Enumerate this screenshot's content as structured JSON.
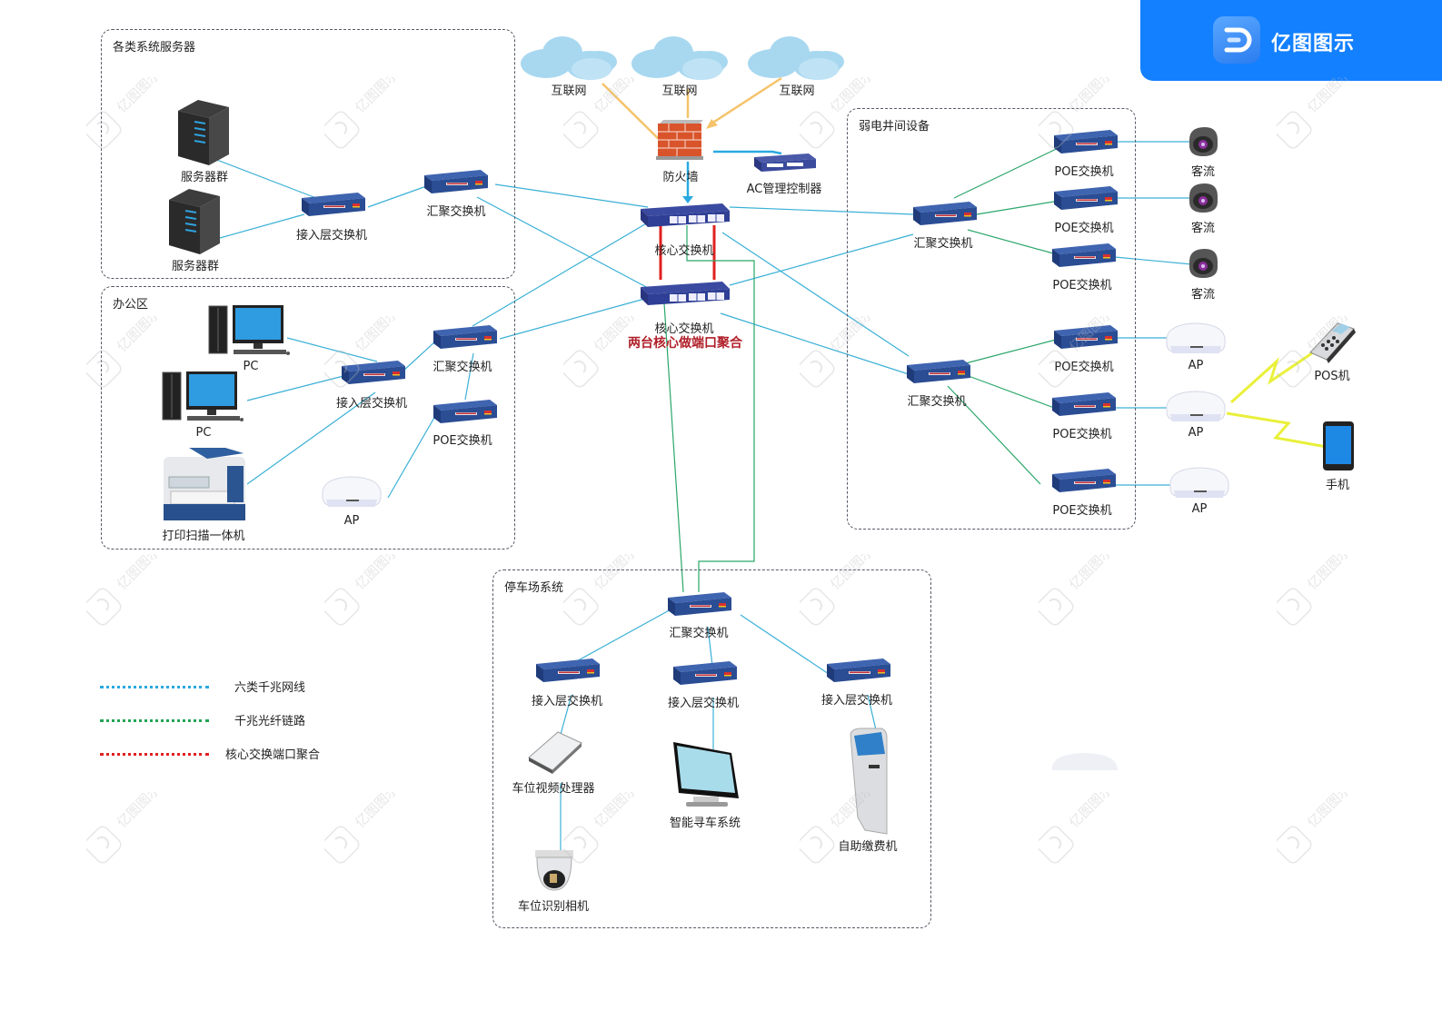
{
  "brand": {
    "name": "亿图图示",
    "icon": "edraw-logo-icon",
    "color": "#1380ff"
  },
  "zones": {
    "servers": "各类系统服务器",
    "office": "办公区",
    "weak_current": "弱电井间设备",
    "parking": "停车场系统"
  },
  "internet": {
    "label": "互联网",
    "count": 3
  },
  "firewall": {
    "label": "防火墙"
  },
  "ac_controller": {
    "label": "AC管理控制器"
  },
  "core": {
    "switch_label": "核心交换机",
    "note": "两台核心做端口聚合"
  },
  "server_zone": {
    "servers": [
      "服务器群",
      "服务器群"
    ],
    "access_switch": "接入层交换机",
    "agg_switch": "汇聚交换机"
  },
  "office_zone": {
    "pcs": [
      "PC",
      "PC"
    ],
    "printer": "打印扫描一体机",
    "access_switch": "接入层交换机",
    "agg_switch": "汇聚交换机",
    "poe_switch": "POE交换机",
    "ap": "AP"
  },
  "weak_zone": {
    "agg_switches": [
      "汇聚交换机",
      "汇聚交换机"
    ],
    "poe_switches": [
      "POE交换机",
      "POE交换机",
      "POE交换机",
      "POE交换机",
      "POE交换机",
      "POE交换机"
    ],
    "cameras": [
      "客流",
      "客流",
      "客流"
    ],
    "aps": [
      "AP",
      "AP",
      "AP"
    ],
    "pos": "POS机",
    "phone": "手机"
  },
  "parking_zone": {
    "agg_switch": "汇聚交换机",
    "access_switches": [
      "接入层交换机",
      "接入层交换机",
      "接入层交换机"
    ],
    "video_processor": "车位视频处理器",
    "camera": "车位识别相机",
    "guidance": "智能寻车系统",
    "kiosk": "自助缴费机"
  },
  "legend": [
    {
      "label": "六类千兆网线",
      "color": "#29a9e0"
    },
    {
      "label": "千兆光纤链路",
      "color": "#23a455"
    },
    {
      "label": "核心交换端口聚合",
      "color": "#e02020"
    }
  ],
  "link_colors": {
    "ethernet": "#3bb0d6",
    "fiber": "#2aa66a",
    "aggregation": "#e02020",
    "internet": "#f5c36a",
    "wireless": "#e9f03a"
  },
  "watermark": "亿图图示"
}
